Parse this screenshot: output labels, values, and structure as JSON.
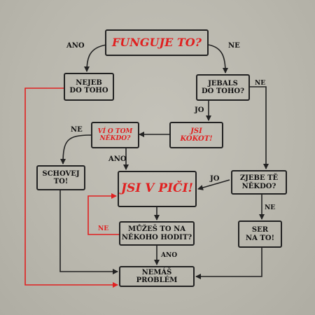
{
  "nodes": {
    "funguje": "FUNGUJE TO?",
    "nejeb": "NEJEB\nDO TOHO",
    "jebals": "JEBALS\nDO TOHO?",
    "vi": "VÍ O TOM\nNĚKDO?",
    "jsi_kokot": "JSI\nKOKOT!",
    "schovej": "SCHOVEJ\nTO!",
    "jsi_v_pici": "JSI V PIČI!",
    "zjebe": "ZJEBE TĚ\nNĚKDO?",
    "muzes": "MŮŽEŠ TO NA\nNĚKOHO HODIT?",
    "ser": "SER\nNA TO!",
    "nemas": "NEMÁŠ PROBLÉM"
  },
  "labels": {
    "ano_top": "ANO",
    "ne_top": "NE",
    "ne_jebals": "NE",
    "jo_jebals": "JO",
    "ne_vi": "NE",
    "ano_vi": "ANO",
    "jo_zjebe": "JO",
    "ne_zjebe": "NE",
    "ne_muzes": "NE",
    "ano_muzes": "ANO"
  },
  "colors": {
    "accent": "#e02020",
    "ink": "#222222",
    "background": "#b9b7ad"
  }
}
